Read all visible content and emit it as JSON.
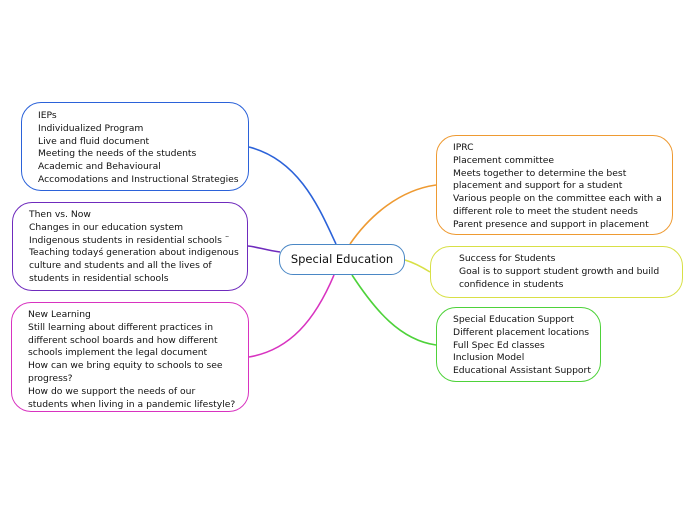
{
  "center": {
    "title": "Special Education"
  },
  "nodes": [
    {
      "id": "ieps",
      "color": "#2b62d9",
      "lines": [
        "IEPs",
        "Individualized Program",
        "Live and fluid document",
        "Meeting the needs of the students",
        "Academic and Behavioural",
        "Accomodations and Instructional Strategies"
      ]
    },
    {
      "id": "then",
      "color": "#6f2bbd",
      "lines": [
        "Then vs. Now",
        "Changes in our education system",
        "Indigenous students in residential schools ¨",
        "Teaching todayś generation about indigenous",
        "culture and students and all the lives of",
        "students in residential schools"
      ]
    },
    {
      "id": "new",
      "color": "#d833c0",
      "lines": [
        "New Learning",
        "Still learning about different practices in",
        "different school boards and how different",
        "schools implement the legal document",
        "How can we bring equity to schools to see",
        "progress?",
        "How do we support the needs of our",
        "students when living in a pandemic lifestyle?"
      ]
    },
    {
      "id": "iprc",
      "color": "#ee9a32",
      "lines": [
        "IPRC",
        "Placement committee",
        "Meets together to determine the best",
        "placement and support for a student",
        "Various people on the committee each with a",
        "different role to meet the student needs",
        "Parent presence and support in placement"
      ]
    },
    {
      "id": "succ",
      "color": "#d8e046",
      "lines": [
        "Success for Students",
        "Goal is to support student growth and build",
        "confidence in students"
      ]
    },
    {
      "id": "sup",
      "color": "#4ed23a",
      "lines": [
        "Special Education Support",
        "Different placement locations",
        "Full Spec Ed classes",
        "Inclusion Model",
        "Educational Assistant Support"
      ]
    }
  ]
}
